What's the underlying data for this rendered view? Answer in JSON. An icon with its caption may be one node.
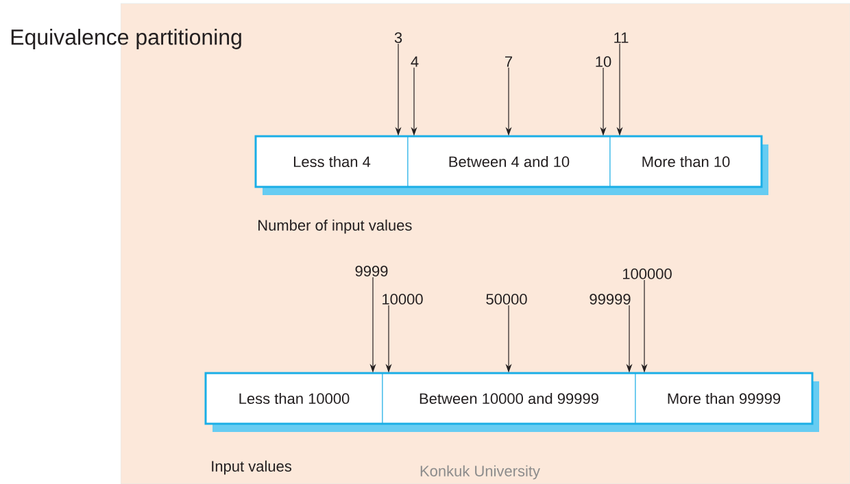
{
  "diagram": {
    "title": "Equivalence partitioning",
    "nodes": [
      {
        "text": [
          "3"
        ]
      },
      {
        "text": [
          "4"
        ]
      },
      {
        "text": [
          "7"
        ]
      },
      {
        "text": [
          "10"
        ]
      },
      {
        "text": [
          "11"
        ]
      },
      {
        "text": [
          "Less than 4"
        ]
      },
      {
        "text": [
          "Between 4 and 10"
        ]
      },
      {
        "text": [
          "More than 10"
        ]
      },
      {
        "text": [
          "9999"
        ]
      },
      {
        "text": [
          "10000"
        ]
      },
      {
        "text": [
          "50000"
        ]
      },
      {
        "text": [
          "99999"
        ]
      },
      {
        "text": [
          "100000"
        ]
      },
      {
        "text": [
          "Less than 10000"
        ]
      },
      {
        "text": [
          "Between 10000 and 99999"
        ]
      },
      {
        "text": [
          "More than 99999"
        ]
      }
    ],
    "edges": [
      {
        "from": 0,
        "to": 5,
        "arrow": "to"
      },
      {
        "from": 1,
        "to": 6,
        "arrow": "to"
      },
      {
        "from": 2,
        "to": 6,
        "arrow": "to"
      },
      {
        "from": 3,
        "to": 6,
        "arrow": "to"
      },
      {
        "from": 4,
        "to": 7,
        "arrow": "to"
      },
      {
        "from": 8,
        "to": 13,
        "arrow": "to"
      },
      {
        "from": 9,
        "to": 14,
        "arrow": "to"
      },
      {
        "from": 10,
        "to": 14,
        "arrow": "to"
      },
      {
        "from": 11,
        "to": 14,
        "arrow": "to"
      },
      {
        "from": 12,
        "to": 15,
        "arrow": "to"
      }
    ],
    "labels": [
      "Number of input values",
      "Input values",
      "Konkuk University"
    ]
  }
}
